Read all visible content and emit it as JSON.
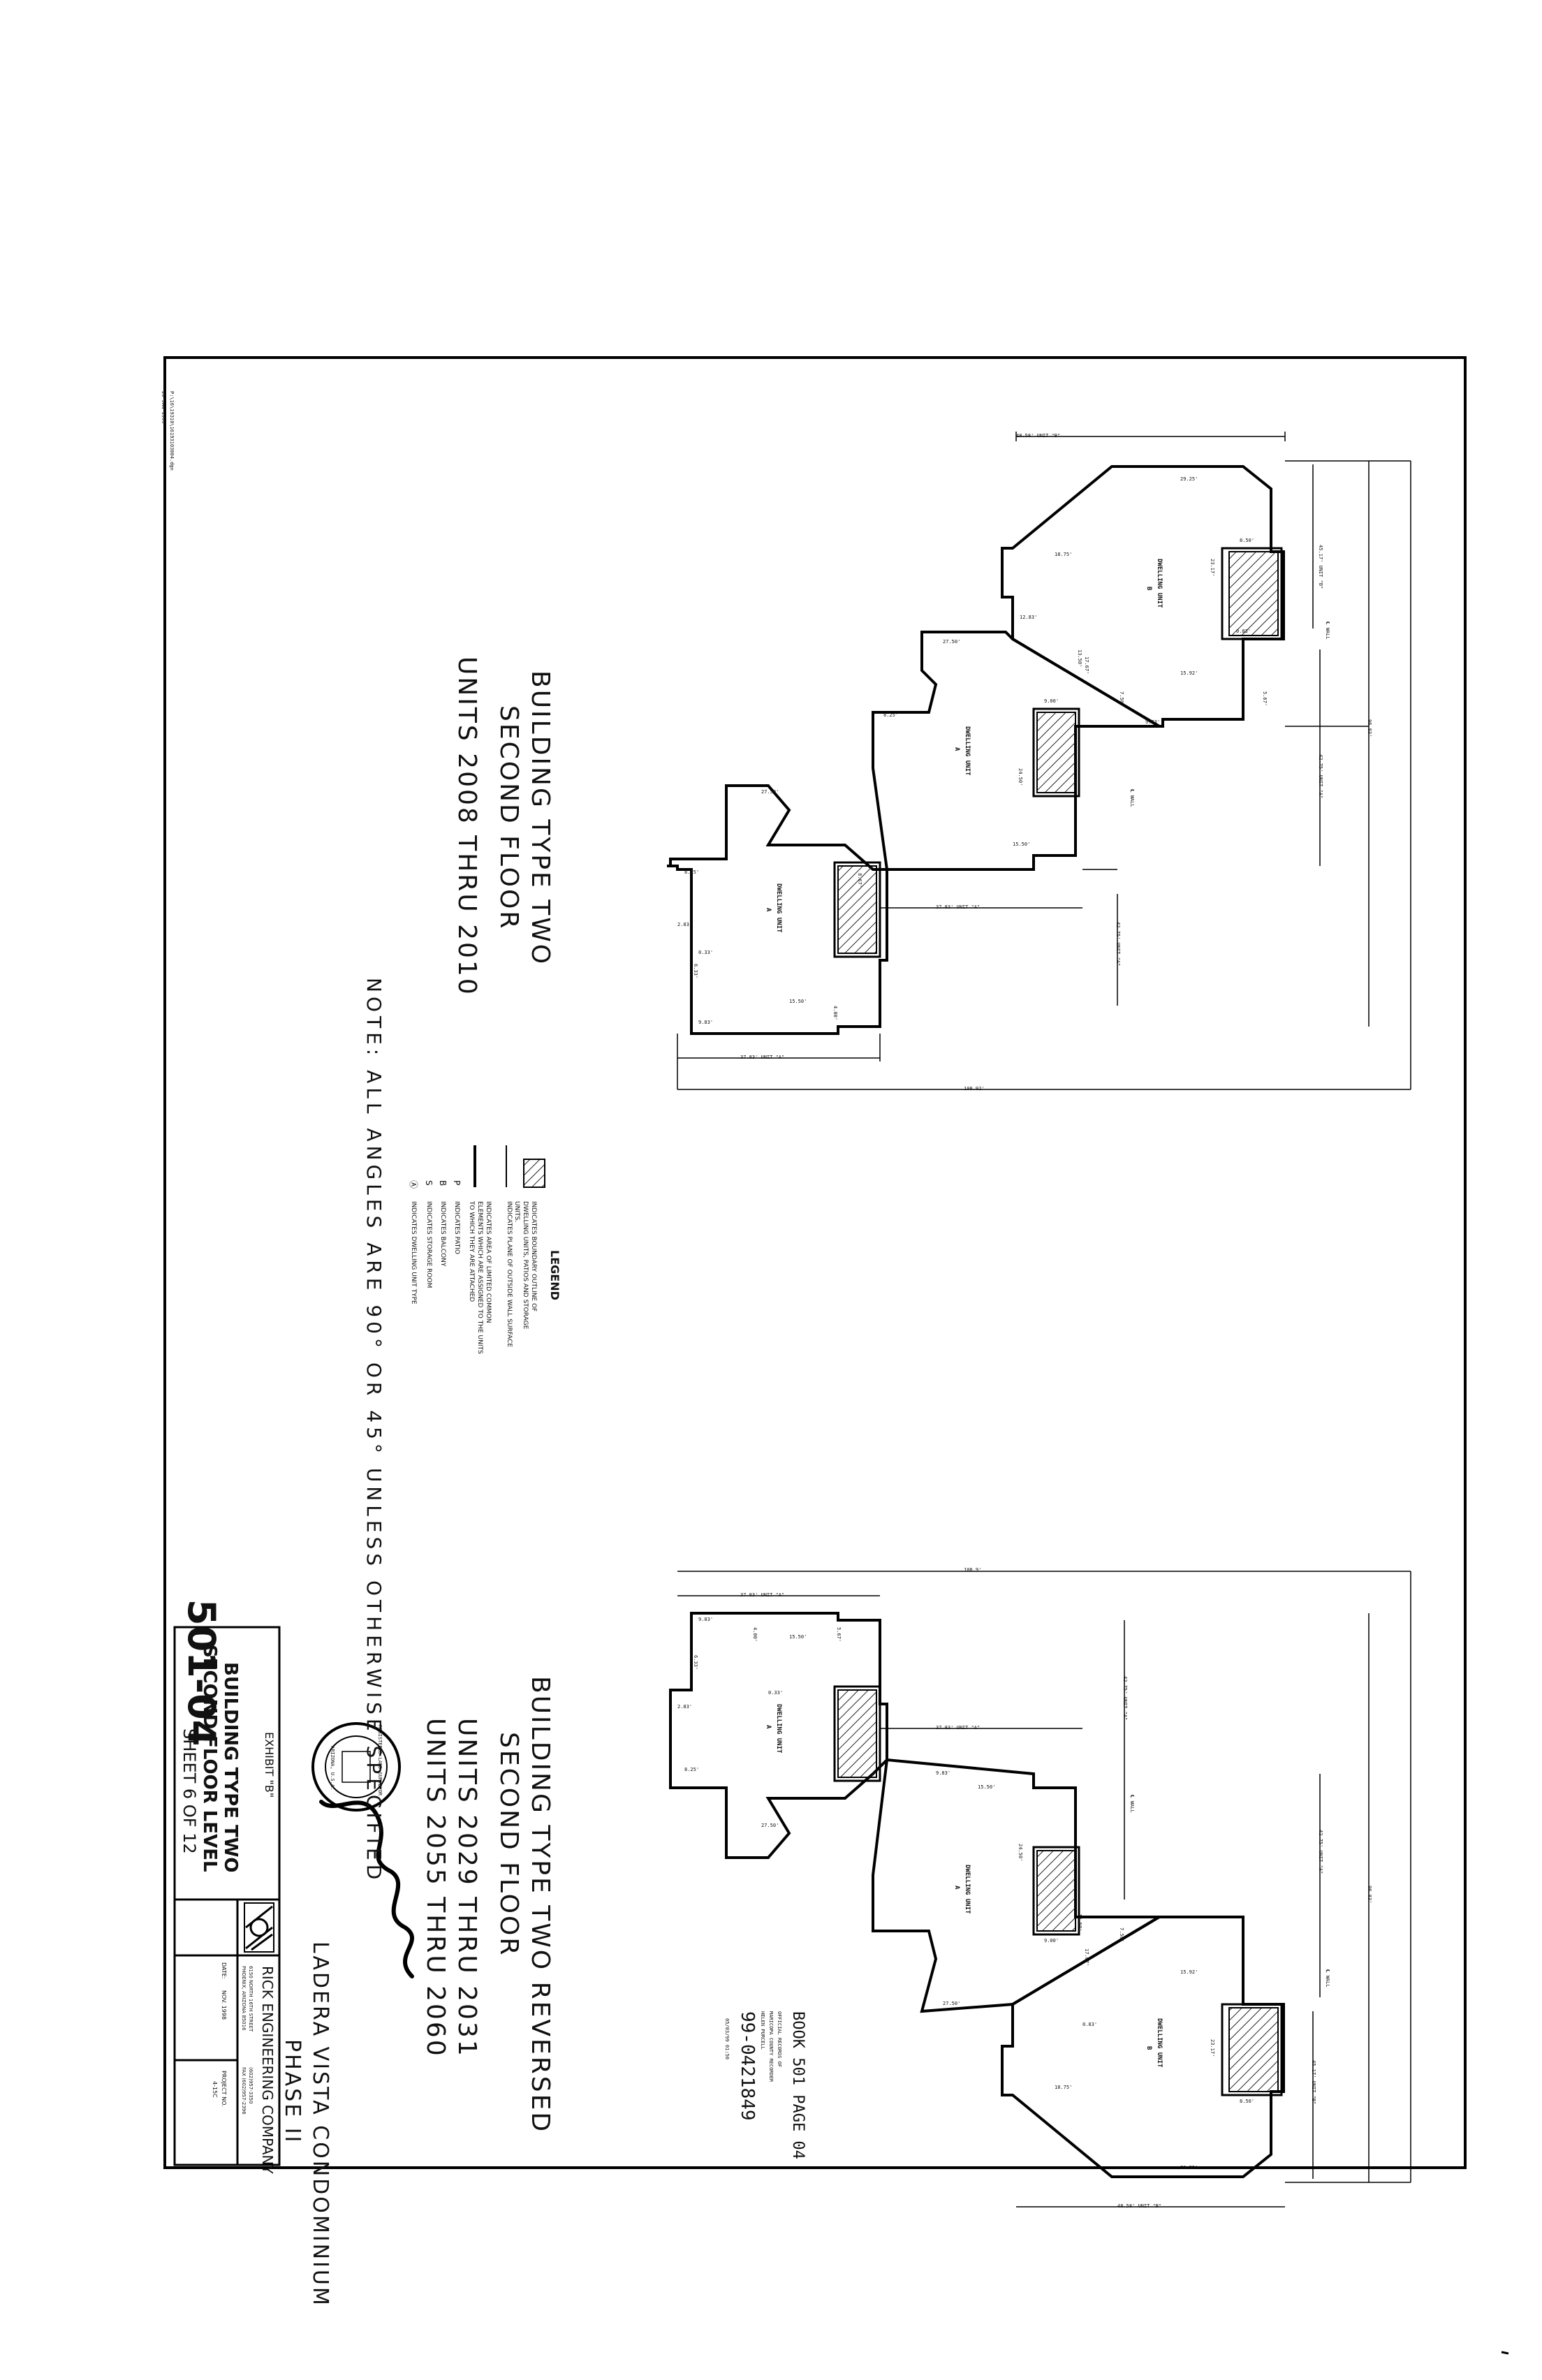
{
  "file_path_text": "P:\\16\\19310\\16193103004.dgn",
  "file_date_text": "20-JAN-1999",
  "plan_left": {
    "title_line1": "BUILDING TYPE TWO",
    "title_line2": "SECOND FLOOR",
    "title_line3": "UNITS 2008 THRU 2010",
    "unit_label": "DWELLING UNIT",
    "unit_b_type": "B",
    "unit_a_type": "A",
    "wall_label": "℄ WALL",
    "dims": {
      "unit_b_width": "48.58' UNIT \"B\"",
      "unit_a_width_upper": "37.83' UNIT \"A\"",
      "unit_a_width_lower": "37.83' UNIT \"A\"",
      "overall_width": "108.92'",
      "overall_depth": "96.83'",
      "depth_b": "45.17' UNIT \"B\"",
      "depth_a1": "42.75' UNIT \"A\"",
      "depth_a2": "42.75' UNIT \"A\"",
      "d_29_25": "29.25'",
      "d_27_50": "27.50'",
      "d_27_50b": "27.50'",
      "d_18_75": "18.75'",
      "d_15_92": "15.92'",
      "d_15_50": "15.50'",
      "d_15_50b": "15.50'",
      "d_12_83": "12.83'",
      "d_9_83": "9.83'",
      "d_9_83b": "9.83'",
      "d_9_00": "9.00'",
      "d_8_50": "8.50'",
      "d_8_25": "8.25'",
      "d_8_25b": "8.25'",
      "d_7_50": "7.50'",
      "d_6_33": "6.33'",
      "d_5_67": "5.67'",
      "d_4_00": "4.00'",
      "d_2_83": "2.83'",
      "d_0_33": "0.33'",
      "d_0_83": "0.83'",
      "d_8_67": "8.67'",
      "d_24_50": "24.50'",
      "d_23_17": "23.17'",
      "d_17_67": "17.67'",
      "d_13_50": "13.50'"
    }
  },
  "plan_right": {
    "title_line1": "BUILDING TYPE TWO REVERSED",
    "title_line2": "SECOND FLOOR",
    "title_line3": "UNITS 2029 THRU 2031",
    "title_line4": "UNITS 2055 THRU 2060",
    "unit_label": "DWELLING UNIT",
    "unit_b_type": "B",
    "unit_a_type": "A",
    "wall_label": "℄ WALL",
    "dims": {
      "overall_width": "108.9'",
      "unit_a_width_upper": "37.83' UNIT \"A\"",
      "unit_a_width_mid": "37.83' UNIT \"A\"",
      "unit_b_width": "48.58' UNIT \"B\"",
      "overall_depth": "96.83'",
      "depth_a1": "42.75' UNIT \"A\"",
      "depth_a2": "42.75' UNIT \"A\"",
      "depth_b": "45.17' UNIT \"B\"",
      "d_29_25": "29.25'",
      "d_27_50": "27.50'",
      "d_27_50b": "27.50'",
      "d_18_75": "18.75'",
      "d_15_92": "15.92'",
      "d_15_50": "15.50'",
      "d_15_50b": "15.50'",
      "d_9_83": "9.83'",
      "d_9_83b": "9.83'",
      "d_9_00": "9.00'",
      "d_8_50": "8.50'",
      "d_8_25": "8.25'",
      "d_7_50": "7.50'",
      "d_6_33": "6.33'",
      "d_5_67": "5.67'",
      "d_4_00": "4.00'",
      "d_2_83": "2.83'",
      "d_0_33": "0.33'",
      "d_0_83": "0.83'",
      "d_24_50": "24.50'",
      "d_23_17": "23.17'",
      "d_17_67": "17.67'",
      "d_13_50": "13.50'"
    }
  },
  "legend": {
    "title": "LEGEND",
    "items": [
      {
        "symbol": "line",
        "text": "INDICATES BOUNDARY OUTLINE OF DWELLING UNITS, PATIOS AND STORAGE UNITS."
      },
      {
        "symbol": "line",
        "text": "INDICATES PLANE OF OUTSIDE WALL SURFACE"
      },
      {
        "symbol": "hatch",
        "text": "INDICATES AREA OF LIMITED COMMON ELEMENTS WHICH ARE ASSIGNED TO THE UNITS TO WHICH THEY ARE ATTACHED"
      },
      {
        "symbol": "P",
        "text": "INDICATES PATIO"
      },
      {
        "symbol": "B",
        "text": "INDICATES BALCONY"
      },
      {
        "symbol": "S",
        "text": "INDICATES STORAGE ROOM"
      },
      {
        "symbol": "Ⓐ",
        "text": "INDICATES DWELLING UNIT TYPE"
      }
    ]
  },
  "note": "NOTE: ALL ANGLES ARE 90° OR 45° UNLESS OTHERWISE SPECIFIED",
  "project": {
    "name_line1": "LADERA VISTA CONDOMINIUM",
    "name_line2": "PHASE II"
  },
  "recording": {
    "book_page": "BOOK 501 PAGE 04",
    "line1": "OFFICIAL RECORDS OF",
    "line2": "MARICOPA COUNTY RECORDER",
    "line3": "HELEN PURCELL",
    "number": "99-0421849",
    "date_time": "05/03/99   01:50"
  },
  "handwritten_ref": "501-04",
  "seal": {
    "text_top": "REGISTERED LAND SURVEYOR",
    "text_mid": "ARIZONA, U.S.A."
  },
  "title_block": {
    "exhibit": "EXHIBIT \"B\"",
    "sheet_title_line1": "BUILDING TYPE TWO",
    "sheet_title_line2": "SECOND FLOOR LEVEL",
    "sheet_number": "SHEET 6 OF 12",
    "company": "RICK ENGINEERING COMPANY",
    "company_addr1": "6150 NORTH 16TH STREET",
    "company_addr2": "PHOENIX, ARIZONA 85016",
    "company_phone": "(602)957-3350",
    "company_fax": "FAX (602)957-2396",
    "date_label": "DATE:",
    "date_value": "NOV. 1998",
    "project_no_label": "PROJECT NO.",
    "project_no_value": "4-15C"
  }
}
